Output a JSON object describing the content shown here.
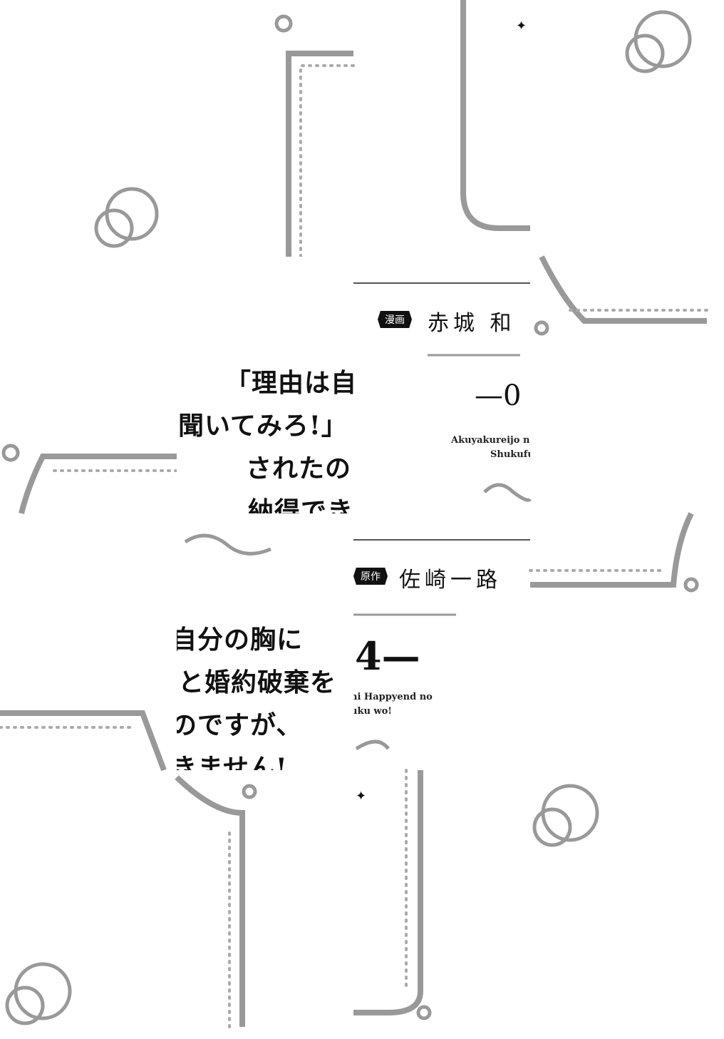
{
  "quote_lines": {
    "l1": "「理由は自",
    "l2": "聞いてみろ!」",
    "l3": "されたの",
    "l4": "納得でき",
    "l5": "自分の胸に",
    "l6": "と婚約破棄を",
    "l7": "のですが、",
    "l8": "きません!"
  },
  "credits": {
    "manga_badge": "漫画",
    "manga_name": "赤城 和",
    "original_badge": "原作",
    "original_name": "佐崎一路"
  },
  "chapter": {
    "left": "—0",
    "right": "4—"
  },
  "romanized": {
    "a1": "Akuyakureijo n",
    "a2": "Shukufu",
    "b1": "ni Happyend no",
    "b2": "uku wo!"
  },
  "ornament_color": "#999999",
  "star_glyph": "✦"
}
